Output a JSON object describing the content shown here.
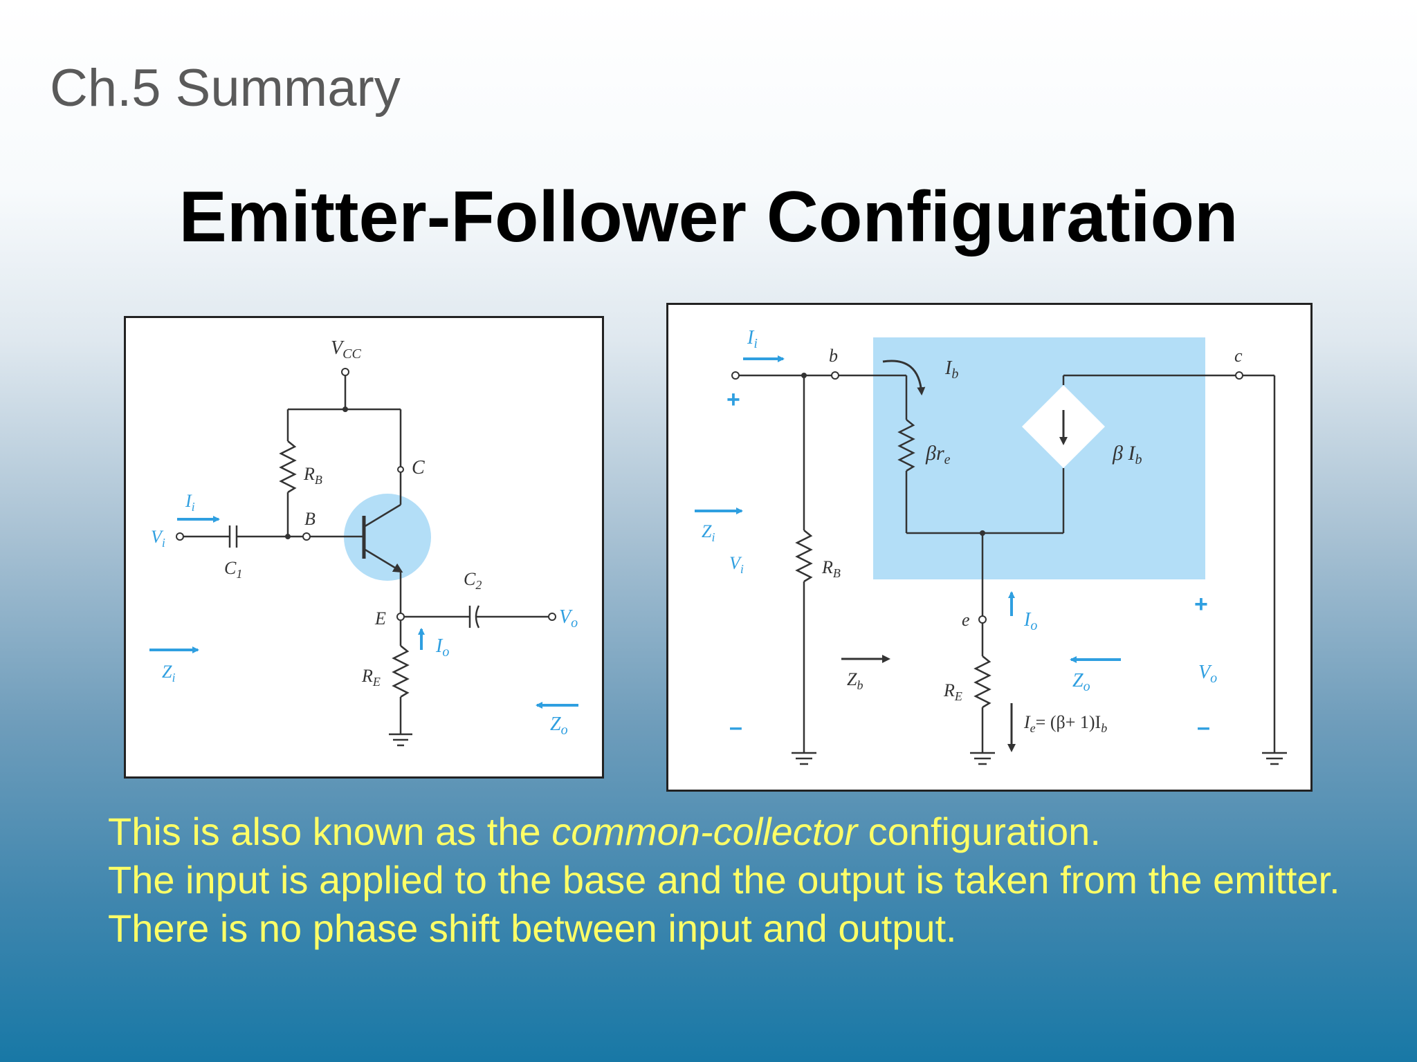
{
  "header": {
    "title": "Ch.5 Summary"
  },
  "slide": {
    "title": "Emitter-Follower Configuration"
  },
  "left_circuit": {
    "labels": {
      "vcc": "V",
      "vcc_sub": "CC",
      "rb": "R",
      "rb_sub": "B",
      "c_node": "C",
      "b_node": "B",
      "e_node": "E",
      "re": "R",
      "re_sub": "E",
      "c1": "C",
      "c1_sub": "1",
      "c2": "C",
      "c2_sub": "2",
      "vi": "V",
      "vi_sub": "i",
      "ii": "I",
      "ii_sub": "i",
      "zi": "Z",
      "zi_sub": "i",
      "io": "I",
      "io_sub": "o",
      "vo": "V",
      "vo_sub": "o",
      "zo": "Z",
      "zo_sub": "o"
    }
  },
  "right_circuit": {
    "labels": {
      "ii": "I",
      "ii_sub": "i",
      "b_node": "b",
      "ib": "I",
      "ib_sub": "b",
      "c_node": "c",
      "beta_re": "βr",
      "beta_re_sub": "e",
      "beta_ib": "β I",
      "beta_ib_sub": "b",
      "plus_in": "+",
      "minus_in": "–",
      "zi": "Z",
      "zi_sub": "i",
      "vi": "V",
      "vi_sub": "i",
      "rb": "R",
      "rb_sub": "B",
      "e_node": "e",
      "io": "I",
      "io_sub": "o",
      "plus_out": "+",
      "vo": "V",
      "vo_sub": "o",
      "minus_out": "–",
      "zb": "Z",
      "zb_sub": "b",
      "re": "R",
      "re_sub": "E",
      "zo": "Z",
      "zo_sub": "o",
      "ie_eq": "= (β+ 1)I",
      "ie": "I",
      "ie_sub": "e",
      "ie_eq_sub": "b"
    }
  },
  "bullets": {
    "line1_pre": "This is also known as the ",
    "line1_em": "common-collector",
    "line1_post": " configuration.",
    "line2": "The input is applied to the base and the output is taken from the emitter.",
    "line3": "There is no phase shift between input and output."
  },
  "colors": {
    "accent_blue": "#2f9fe0",
    "shade_blue": "#b3def7",
    "bullet_yellow": "#ffff66"
  }
}
